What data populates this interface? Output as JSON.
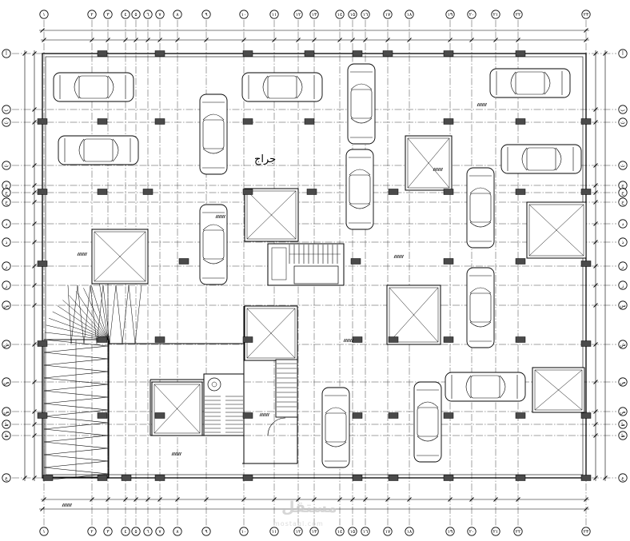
{
  "drawing": {
    "room_label": "جراج"
  },
  "grid": {
    "columns": [
      "١",
      "٢",
      "٣",
      "٤",
      "٥",
      "٦",
      "٧",
      "٨",
      "٩",
      "١٠",
      "١١",
      "١٢",
      "١٣",
      "١٤",
      "١٥",
      "١٦",
      "١٧",
      "١٨",
      "١٩",
      "٢٠",
      "٢١",
      "٢٢",
      "٢٣"
    ],
    "rows": [
      "أ",
      "ب",
      "ت",
      "ث",
      "ج",
      "ح",
      "خ",
      "د",
      "ذ",
      "ر",
      "ز",
      "س",
      "ش",
      "ص",
      "ض",
      "ط",
      "ظ",
      "ع"
    ]
  },
  "watermark": {
    "logo_text": "مستقل",
    "url_text": "mostaql.com"
  },
  "colors": {
    "line": "#000000",
    "grid": "#444444",
    "column_fill": "#4a4a4a",
    "background": "#ffffff"
  }
}
